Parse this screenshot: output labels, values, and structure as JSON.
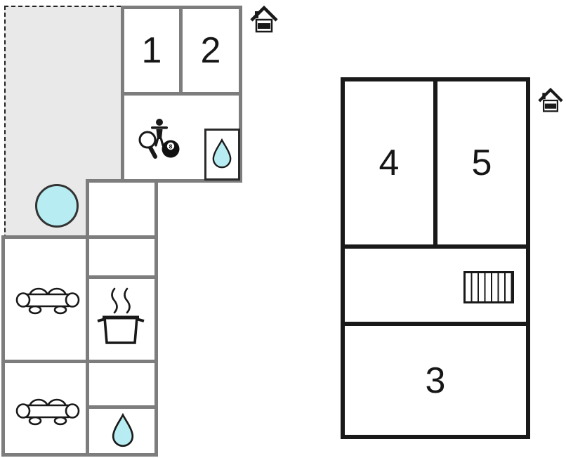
{
  "floorplan": {
    "room_labels": {
      "room1": "1",
      "room2": "2",
      "room3": "3",
      "room4": "4",
      "room5": "5"
    },
    "eight_ball_label": "8",
    "icons": {
      "house_marker": "house-icon",
      "hot_tub": "hot-tub-icon",
      "table_tennis_paddle": "table-tennis-paddle-icon",
      "player_figure": "player-figure-icon",
      "eight_ball": "eight-ball-icon",
      "water_drop": "water-drop-icon",
      "sofa": "sofa-icon",
      "cooking_pot": "cooking-pot-icon",
      "stairs": "stairs-icon"
    },
    "colors": {
      "background": "#ffffff",
      "terrace_fill": "#e9e9e9",
      "main_building_wall": "#7d7d7d",
      "annex_wall": "#191919",
      "dashed_boundary": "#222222",
      "water_fill": "#b7edf2",
      "label_text": "#161616"
    }
  }
}
